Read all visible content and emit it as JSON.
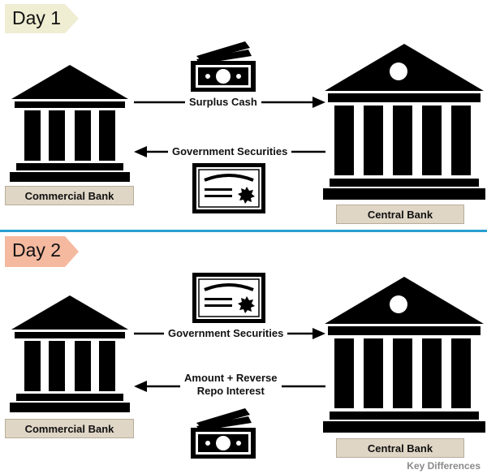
{
  "colors": {
    "divider": "#2a9fd0",
    "day1_tag": "#efedd2",
    "day2_tag": "#f5b9a0",
    "bank_label_bg": "#e0d6c6",
    "ink": "#000000"
  },
  "day1": {
    "title": "Day 1",
    "commercial_bank": "Commercial Bank",
    "central_bank": "Central Bank",
    "flow_to_central": "Surplus Cash",
    "flow_to_commercial": "Government Securities",
    "icon_top": "cash-icon",
    "icon_bottom": "certificate-icon"
  },
  "day2": {
    "title": "Day 2",
    "commercial_bank": "Commercial Bank",
    "central_bank": "Central Bank",
    "flow_to_central": "Government Securities",
    "flow_to_commercial_line1": "Amount + Reverse",
    "flow_to_commercial_line2": "Repo Interest",
    "icon_top": "certificate-icon",
    "icon_bottom": "cash-icon"
  },
  "watermark": "Key Differences"
}
